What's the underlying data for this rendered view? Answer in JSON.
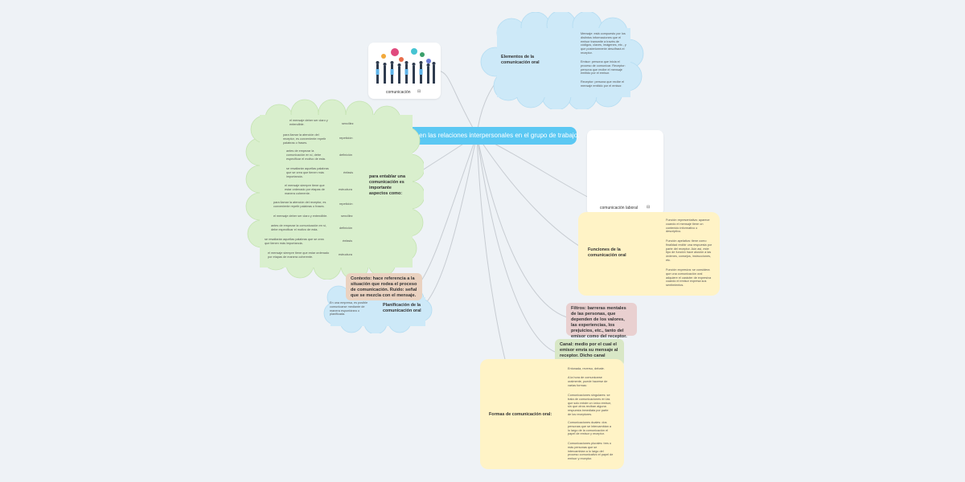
{
  "central": {
    "title": "comunicación en las  relaciones interpersonales en el grupo de trabajo."
  },
  "image_card": {
    "label": "comunicación",
    "icon": "note-icon"
  },
  "laboral_card": {
    "label": "comunicación laboral",
    "icon": "note-icon"
  },
  "elementos": {
    "title": "Elementos de la comunicación oral",
    "items": [
      "Mensaje: está compuesto por los distintos informaciones que el emisor transmite a través de códigos, claves, imágenes, etc., y que posteriormente descifrará el receptor.",
      "Emisor: persona que inicia el proceso de comunicar. Receptor: persona que recibe el mensaje emitido por el emisor.",
      "Receptor: persona que recibe el mensaje emitido por el emisor."
    ]
  },
  "entablar": {
    "title": "para entablar una comunicación es importante aspectos como:",
    "items": [
      {
        "key": "sencillez",
        "desc": "el mensaje deber ser claro y entendible."
      },
      {
        "key": "repetición",
        "desc": "para llamar la atención del receptor, es conveniente repetir palabras o frases."
      },
      {
        "key": "definición",
        "desc": "antes de empezar la comunicación en sí, debe especificar el motivo de esta."
      },
      {
        "key": "énfasis",
        "desc": "se resaltarán aquellas palabras que se crea que tienen más importancia."
      },
      {
        "key": "estructura",
        "desc": "el mensaje siempre tiene que estar ordenado por etapas de manera coherente."
      },
      {
        "key": "repetición",
        "desc": "para llamar la atención del receptor, es conveniente repetir palabras o frases."
      },
      {
        "key": "sencillez",
        "desc": "el mensaje deber ser claro y entendible."
      },
      {
        "key": "definición",
        "desc": "antes de empezar la comunicación en sí, debe especificar el motivo de esta."
      },
      {
        "key": "énfasis",
        "desc": "se resaltarán aquellas palabras que se crea que tienen más importancia."
      },
      {
        "key": "estructura",
        "desc": "el mensaje siempre tiene que estar ordenado por etapas de manera coherente."
      }
    ]
  },
  "contexto": {
    "text": "Contexto: hace referencia a la situación que rodea el proceso de comunicación. Ruido: señal que se mezcla con el mensaje."
  },
  "planificacion": {
    "title": "Planificación de la comunicación oral",
    "desc": "En una empresa, es posible comunicarse mediante de manera espontánea o planificada."
  },
  "funciones": {
    "title": "Funciones de la comunicación oral",
    "items": [
      "Función representativa: aparece cuando el mensaje tiene un contenido informativo o descriptivo.",
      "Función apelativa: tiene como finalidad recibir una respuesta por parte del receptor. Aún así, este tipo de función hace alusión a las órdenes, consejos, instrucciones, etc.",
      "Función expresiva: se considera que una comunicación oral adquiere el carácter de expresiva cuando el emisor expresa sus sentimientos."
    ]
  },
  "filtros": {
    "text": "Filtros: barreras mentales de las personas, que dependen de los valores, las experiencias, los prejuicios, etc., tanto del emisor como del receptor."
  },
  "canal": {
    "text": "Canal: medio por el cual el emisor envía su mensaje al receptor. Dicho canal puede ser gráfico, escrito, oral o auditivo."
  },
  "formas": {
    "title": "Formas de comunicación oral:",
    "items": [
      "Entonada, reverso, debate.",
      "A la hora de comunicarse oralmente, puede hacerse de varias formas:",
      "Comunicaciones singulares: se trata de comunicaciones en las que solo existe un único emisor, sin que otros reciban alguna respuesta inmediata por parte de los receptores.",
      "Comunicaciones duales: dos personas que se intercambian a lo largo de la comunicación el papel de emisor y receptor.",
      "Comunicaciones plurales: tres o más personas que se intercambian a lo largo del proceso comunicativo el papel de emisor y receptor."
    ]
  }
}
